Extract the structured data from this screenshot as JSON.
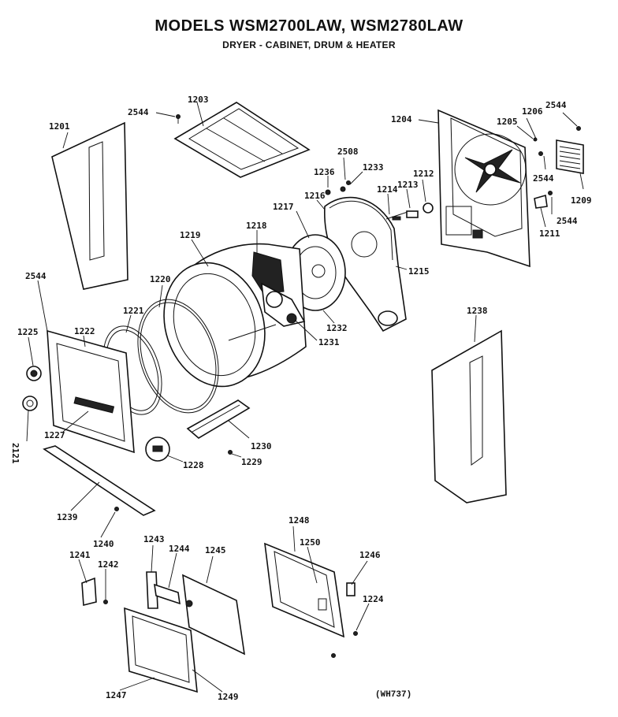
{
  "title": "MODELS WSM2700LAW, WSM2780LAW",
  "subtitle": "DRYER - CABINET, DRUM & HEATER",
  "reference_code": "(WH737)",
  "part_labels": {
    "p1201": "1201",
    "p1203": "1203",
    "p2544a": "2544",
    "p1204": "1204",
    "p1206": "1206",
    "p2544b": "2544",
    "p1205": "1205",
    "p2508": "2508",
    "p1236": "1236",
    "p1233": "1233",
    "p1212": "1212",
    "p1213": "1213",
    "p1214": "1214",
    "p1216": "1216",
    "p1217": "1217",
    "p2544c": "2544",
    "p1209": "1209",
    "p2544d": "2544",
    "p1211": "1211",
    "p1218": "1218",
    "p1219": "1219",
    "p1215": "1215",
    "p2544e": "2544",
    "p1220": "1220",
    "p1232": "1232",
    "p1231": "1231",
    "p1221": "1221",
    "p1238": "1238",
    "p1225": "1225",
    "p1222": "1222",
    "p1227": "1227",
    "p2121": "2121",
    "p1230": "1230",
    "p1228": "1228",
    "p1229": "1229",
    "p1239": "1239",
    "p1240": "1240",
    "p1248": "1248",
    "p1243": "1243",
    "p1244": "1244",
    "p1245": "1245",
    "p1250": "1250",
    "p1246": "1246",
    "p1241": "1241",
    "p1242": "1242",
    "p1224": "1224",
    "p1247": "1247",
    "p1249": "1249"
  }
}
